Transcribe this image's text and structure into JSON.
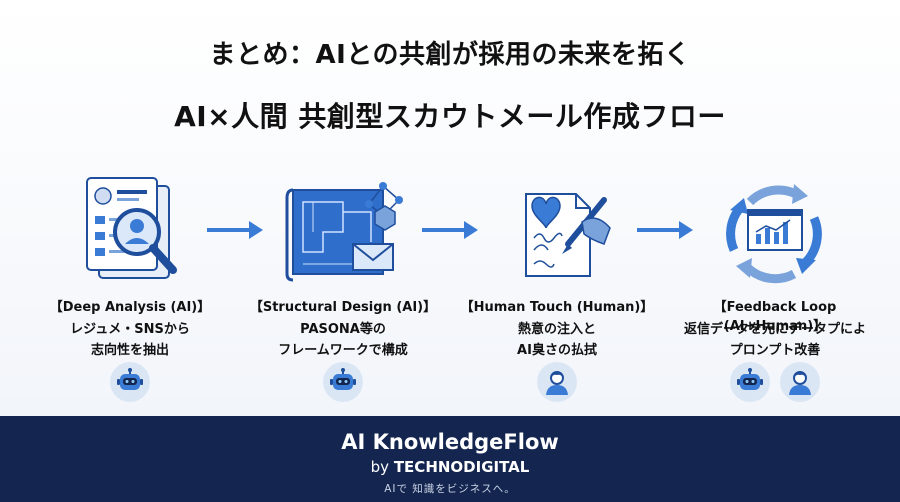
{
  "header": {
    "title": "まとめ：AIとの共創が採用の未来を拓く",
    "subtitle": "AI×人間 共創型スカウトメール作成フロー"
  },
  "steps": [
    {
      "heading": "【Deep Analysis (AI)】",
      "line1": "レジュメ・SNSから",
      "line2": "志向性を抽出",
      "icon": "magnifier-on-resume-icon",
      "avatars": [
        "robot"
      ]
    },
    {
      "heading": "【Structural Design (AI)】",
      "line1": "PASONA等の",
      "line2": "フレームワークで構成",
      "icon": "blueprint-icon",
      "avatars": [
        "robot"
      ]
    },
    {
      "heading": "【Human Touch (Human)】",
      "line1": "熱意の注入と",
      "line2": "AI臭さの払拭",
      "icon": "heart-pen-letter-icon",
      "avatars": [
        "human"
      ]
    },
    {
      "heading": "【Feedback Loop (AI+Human)】",
      "line1": "返信データを元にデータプによ",
      "line2": "プロンプト改善",
      "icon": "cycle-chart-icon",
      "avatars": [
        "robot",
        "human"
      ]
    }
  ],
  "footer": {
    "brand": "AI KnowledgeFlow",
    "by_prefix": "by",
    "by_company": "TECHNODIGITAL",
    "tagline": "AIで 知識をビジネスへ。"
  },
  "colors": {
    "accent": "#3a7bd5",
    "dark_blue": "#1f4e9c",
    "footer_bg": "#14264f"
  }
}
